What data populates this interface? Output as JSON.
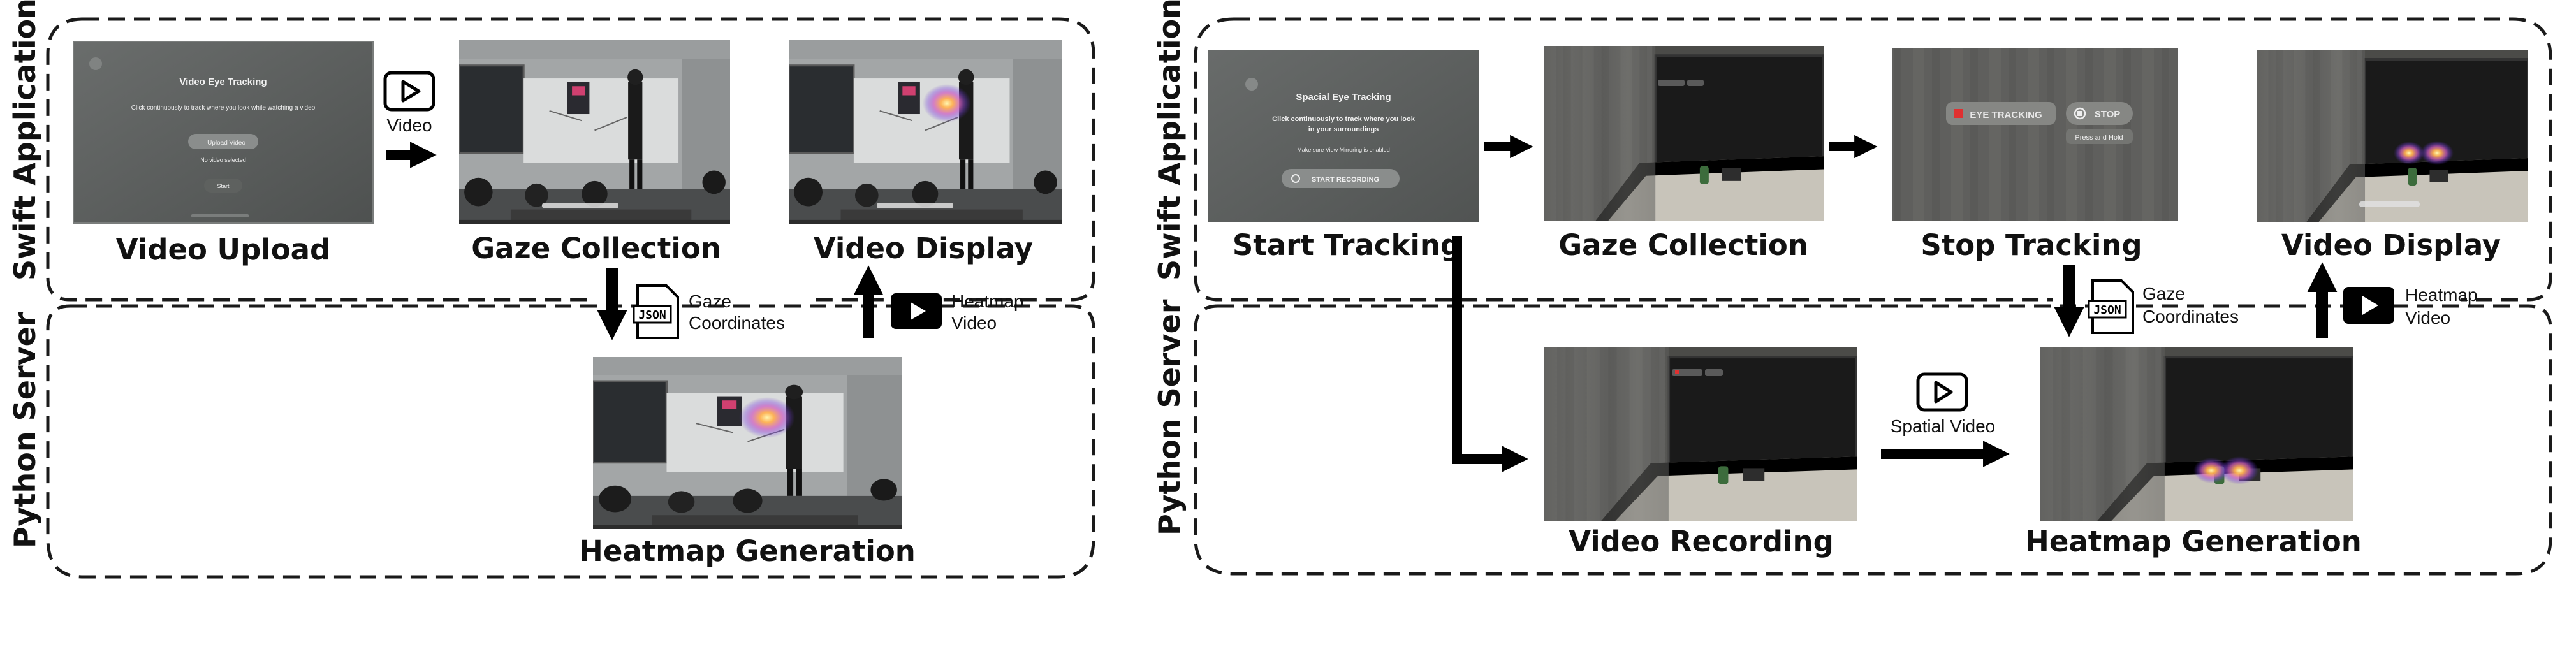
{
  "left_panel": {
    "region_top": "Swift Application",
    "region_bottom": "Python Server",
    "stages": {
      "upload": "Video Upload",
      "gaze": "Gaze Collection",
      "display": "Video Display",
      "heatmap": "Heatmap Generation"
    },
    "annotations": {
      "video": "Video",
      "gaze_coords_1": "Gaze",
      "gaze_coords_2": "Coordinates",
      "heatmap_video_1": "Heatmap",
      "heatmap_video_2": "Video",
      "json_badge": "JSON"
    },
    "upload_screen": {
      "title": "Video Eye Tracking",
      "subtitle": "Click continuously to track where you look while watching a video",
      "button": "Upload Video",
      "status": "No video selected",
      "start": "Start"
    }
  },
  "right_panel": {
    "region_top": "Swift Application",
    "region_bottom": "Python Server",
    "stages": {
      "start": "Start Tracking",
      "gaze": "Gaze Collection",
      "stop": "Stop Tracking",
      "display": "Video Display",
      "recording": "Video Recording",
      "heatmap": "Heatmap Generation"
    },
    "annotations": {
      "spatial_video": "Spatial Video",
      "gaze_coords_1": "Gaze",
      "gaze_coords_2": "Coordinates",
      "heatmap_video_1": "Heatmap",
      "heatmap_video_2": "Video",
      "json_badge": "JSON"
    },
    "start_screen": {
      "title": "Spacial Eye Tracking",
      "subtitle_1": "Click continuously to track where you look",
      "subtitle_2": "in your surroundings",
      "note": "Make sure View Mirroring is enabled",
      "button": "START RECORDING"
    },
    "stop_screen": {
      "eye_tracking": "EYE TRACKING",
      "stop": "STOP",
      "press_hold": "Press and Hold"
    }
  },
  "colors": {
    "text": "#111111",
    "dashed_border": "#1a1a1a",
    "arrow": "#000000",
    "heat_core": "#fff3a0",
    "heat_mid": "#ff8a3c",
    "heat_outer": "#a040ff",
    "rec_red": "#e03030"
  },
  "icons": [
    "play-icon",
    "json-file-icon",
    "play-badge-icon"
  ]
}
